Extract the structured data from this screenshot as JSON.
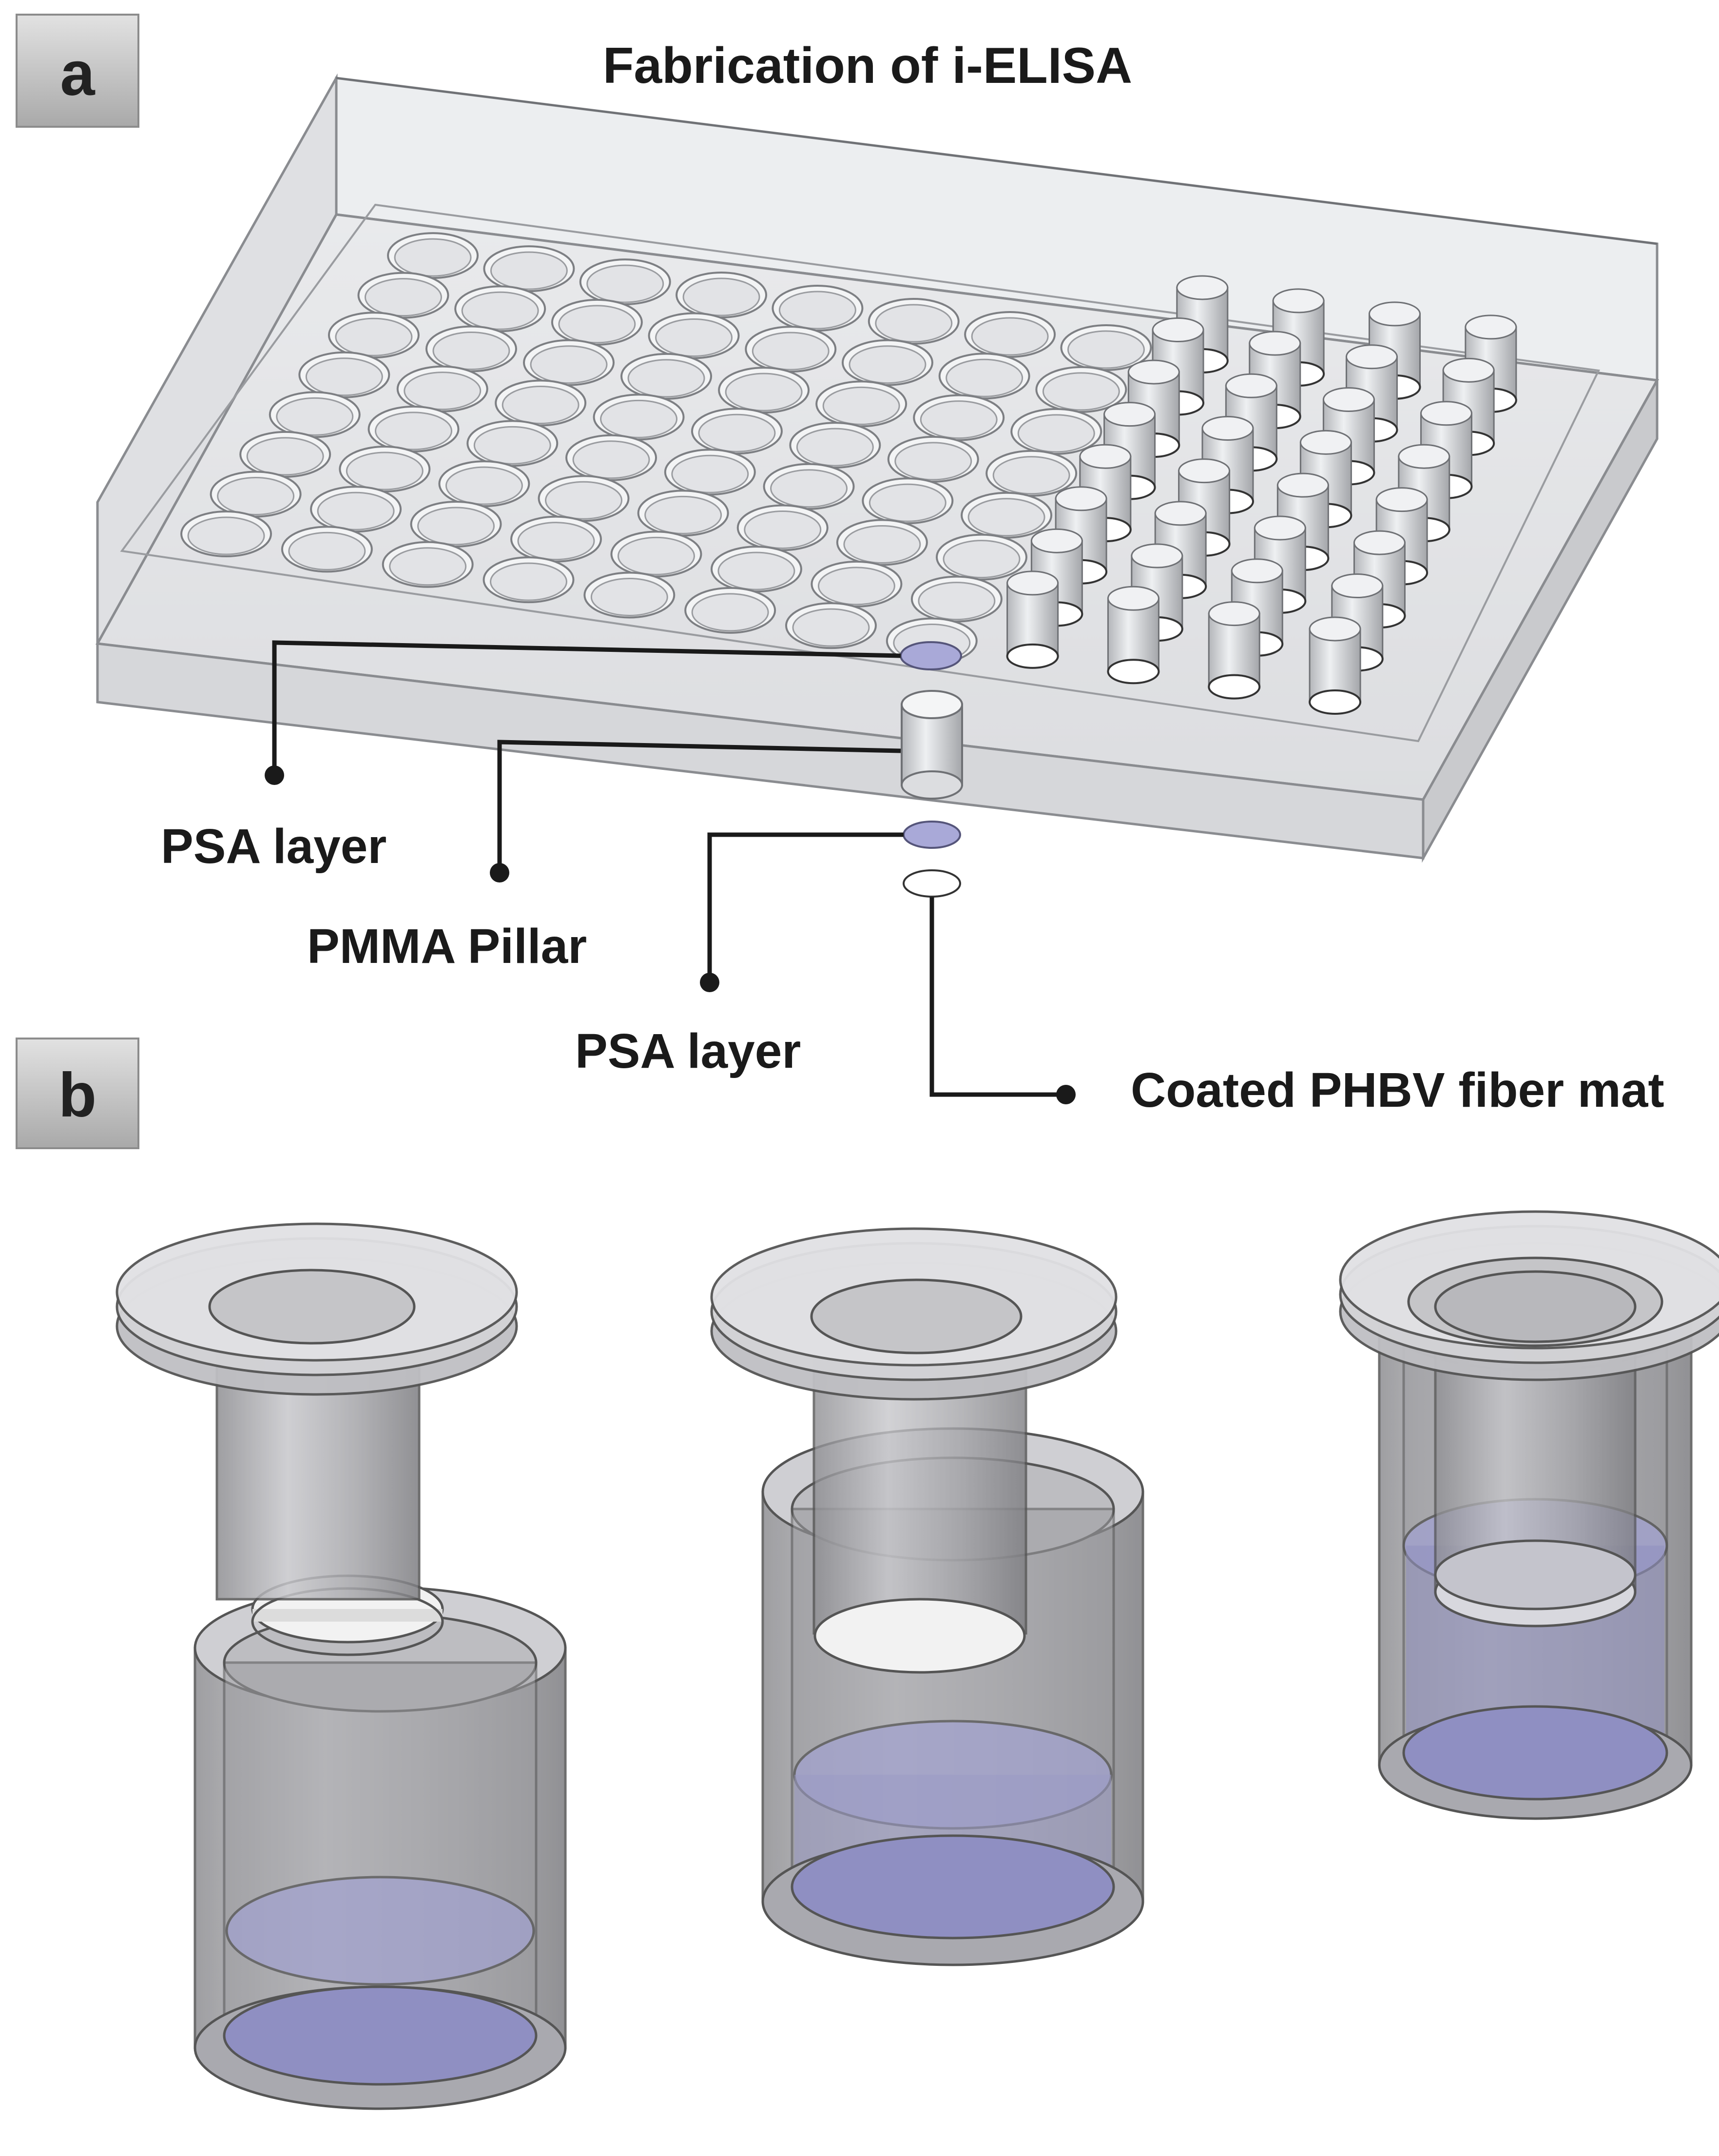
{
  "panel_a": {
    "letter": "a",
    "title": "Fabrication of i-ELISA",
    "labels": {
      "psa_layer_top": "PSA layer",
      "pmma_pillar": "PMMA Pillar",
      "psa_layer_bottom": "PSA layer",
      "coated_fiber_mat": "Coated PHBV fiber mat"
    }
  },
  "panel_b": {
    "letter": "b"
  },
  "colors": {
    "plate_fill": "#e4e5e8",
    "plate_edge": "#8a8c90",
    "psa_blue": "#a9a9d8",
    "fiber_white": "#f6f6f6",
    "well_blue": "#8f8fc2",
    "cylinder_gray": "#b9b9bd",
    "leader_line": "#1a1a1a",
    "badge_fill": "#c9c9c9"
  }
}
